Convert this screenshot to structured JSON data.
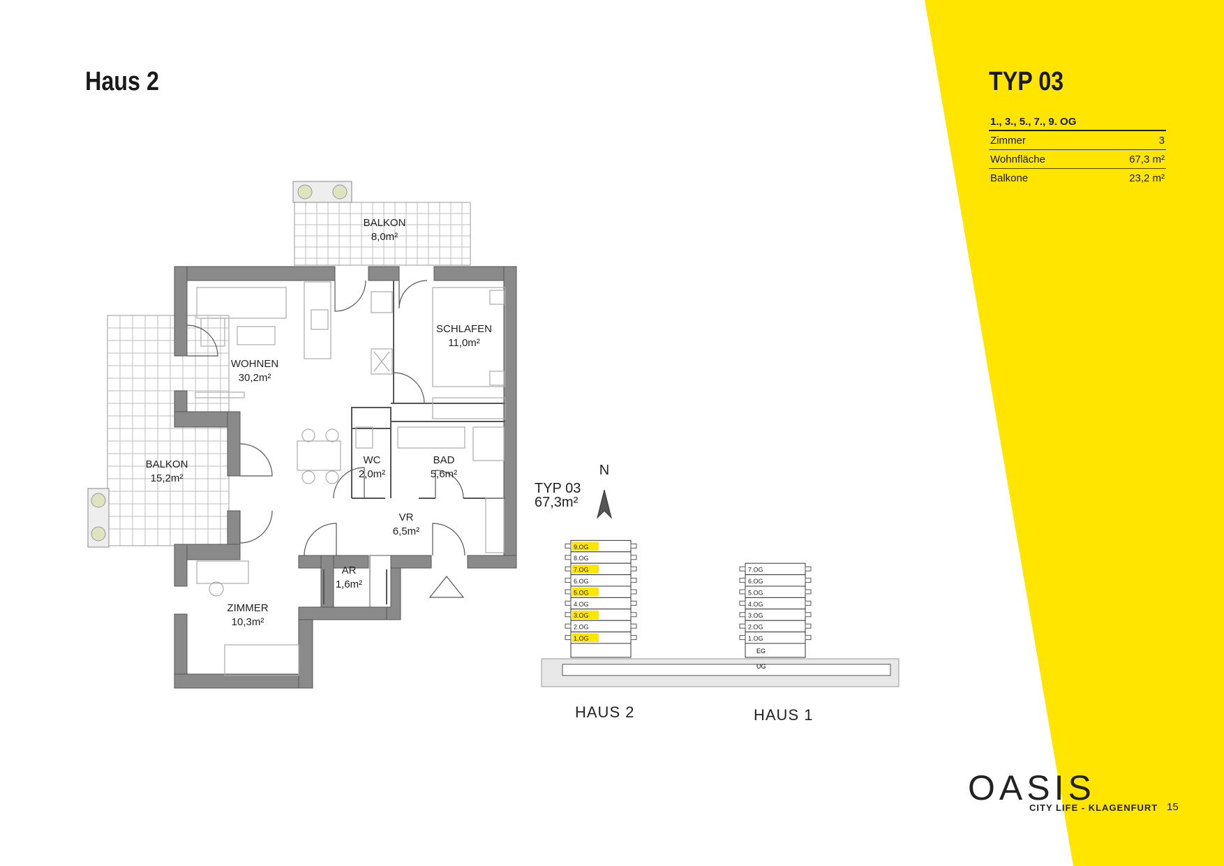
{
  "house_title": "Haus 2",
  "unit": {
    "type_title": "TYP 03",
    "floors": "1., 3., 5., 7., 9. OG",
    "specs": [
      {
        "label": "Zimmer",
        "value": "3"
      },
      {
        "label": "Wohnfläche",
        "value": "67,3 m²"
      },
      {
        "label": "Balkone",
        "value": "23,2 m²"
      }
    ]
  },
  "rooms": {
    "balkon_top": {
      "name": "BALKON",
      "area": "8,0m²"
    },
    "wohnen": {
      "name": "WOHNEN",
      "area": "30,2m²"
    },
    "schlafen": {
      "name": "SCHLAFEN",
      "area": "11,0m²"
    },
    "balkon_left": {
      "name": "BALKON",
      "area": "15,2m²"
    },
    "wc": {
      "name": "WC",
      "area": "2,0m²"
    },
    "bad": {
      "name": "BAD",
      "area": "5,6m²"
    },
    "vr": {
      "name": "VR",
      "area": "6,5m²"
    },
    "ar": {
      "name": "AR",
      "area": "1,6m²"
    },
    "zimmer": {
      "name": "ZIMMER",
      "area": "10,3m²"
    }
  },
  "key_plan": {
    "unit_label": "TYP 03",
    "unit_area": "67,3m²",
    "north": "N",
    "haus2_floors": [
      "9.OG",
      "8.OG",
      "7.OG",
      "6.OG",
      "5.OG",
      "4.OG",
      "3.OG",
      "2.OG",
      "1.OG"
    ],
    "haus2_highlighted": [
      "9.OG",
      "7.OG",
      "5.OG",
      "3.OG",
      "1.OG"
    ],
    "haus1_floors": [
      "7.OG",
      "6.OG",
      "5.OG",
      "4.OG",
      "3.OG",
      "2.OG",
      "1.OG"
    ],
    "eg": "EG",
    "ug": "UG",
    "haus2_label": "HAUS 2",
    "haus1_label": "HAUS 1"
  },
  "brand": {
    "name": "OASIS",
    "tagline": "CITY LIFE - KLAGENFURT"
  },
  "page_number": "15",
  "colors": {
    "accent": "#ffe500",
    "wall": "#8a8a8a",
    "text": "#1a1a1a"
  }
}
